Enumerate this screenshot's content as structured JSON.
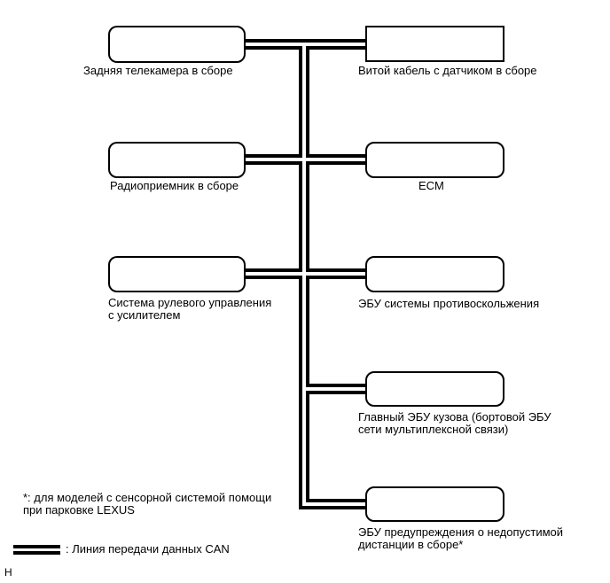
{
  "colors": {
    "line": "#000000",
    "background": "#ffffff"
  },
  "diagram_type": "CAN bus communication diagram",
  "nodes": {
    "rear_camera": {
      "label_lines": [
        "Задняя телекамера в сборе"
      ]
    },
    "spiral_cable": {
      "label_lines": [
        "Витой кабель с датчиком в сборе"
      ]
    },
    "radio": {
      "label_lines": [
        "Радиоприемник в сборе"
      ]
    },
    "ecm": {
      "label_lines": [
        "ECM"
      ]
    },
    "power_steering": {
      "label_lines": [
        "Система рулевого управления",
        "с усилителем"
      ]
    },
    "skid_control": {
      "label_lines": [
        "ЭБУ системы противоскольжения"
      ]
    },
    "main_body": {
      "label_lines": [
        "Главный ЭБУ кузова (бортовой ЭБУ",
        "сети мультиплексной связи)"
      ]
    },
    "clearance_warning": {
      "label_lines": [
        "ЭБУ предупреждения о недопустимой",
        "дистанции в сборе*"
      ]
    }
  },
  "bus": {
    "name": "CAN",
    "connected_nodes": [
      "rear_camera",
      "spiral_cable",
      "radio",
      "ecm",
      "power_steering",
      "skid_control",
      "main_body",
      "clearance_warning"
    ]
  },
  "footnote": {
    "lines": [
      "*: для моделей с сенсорной системой помощи",
      "при парковке LEXUS"
    ]
  },
  "legend": {
    "symbol": "can-double-line",
    "label": ": Линия передачи данных CAN"
  },
  "page_marker": "H"
}
